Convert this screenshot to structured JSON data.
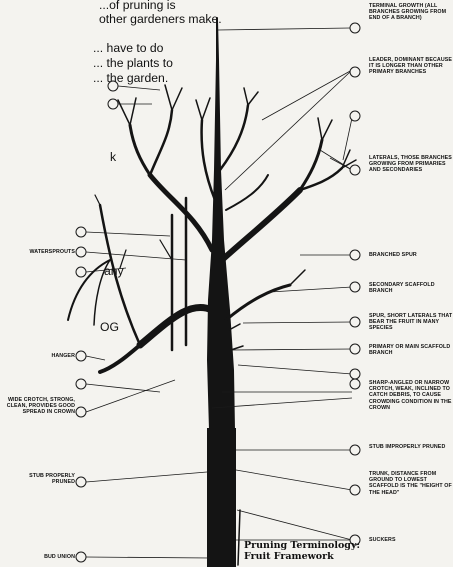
{
  "intro_text": {
    "lines": [
      "...of pruning is",
      "other gardeners make.",
      "... have to do",
      "... the plants to",
      "... the garden."
    ],
    "fragments": [
      "k",
      "any",
      "OG"
    ]
  },
  "labels": {
    "terminal_growth": {
      "num": "",
      "text": "Terminal growth (all branches growing from end of a branch)"
    },
    "leader": {
      "num": "",
      "text": "Leader, dominant because it is longer than other primary branches"
    },
    "laterals": {
      "num": "",
      "text": "Laterals, those branches growing from primaries and secondaries"
    },
    "branched_spur": {
      "num": "",
      "text": "Branched spur"
    },
    "secondary_scaffold": {
      "num": "",
      "text": "Secondary scaffold branch"
    },
    "spur": {
      "num": "",
      "text": "Spur, short laterals that bear the fruit in many species"
    },
    "primary_scaffold": {
      "num": "",
      "text": "Primary or main scaffold branch"
    },
    "narrow_crotch": {
      "num": "",
      "text": "Sharp-angled or narrow crotch, weak, inclined to catch debris, to cause crowding condition in the crown"
    },
    "stub_improperly": {
      "num": "",
      "text": "Stub improperly pruned"
    },
    "trunk": {
      "num": "",
      "text": "Trunk, distance from ground to lowest scaffold is the \"height of the head\""
    },
    "suckers": {
      "num": "",
      "text": "Suckers"
    },
    "watersprouts": {
      "num": "",
      "text": "Watersprouts"
    },
    "hanger": {
      "num": "",
      "text": "Hanger"
    },
    "wide_crotch": {
      "num": "",
      "text": "Wide crotch, strong, clean, provides good spread in crown"
    },
    "stub_properly": {
      "num": "",
      "text": "Stub properly pruned"
    },
    "bud_union": {
      "num": "",
      "text": "Bud union"
    }
  },
  "caption": {
    "line1": "Pruning Terminology:",
    "line2": "Fruit Framework"
  }
}
